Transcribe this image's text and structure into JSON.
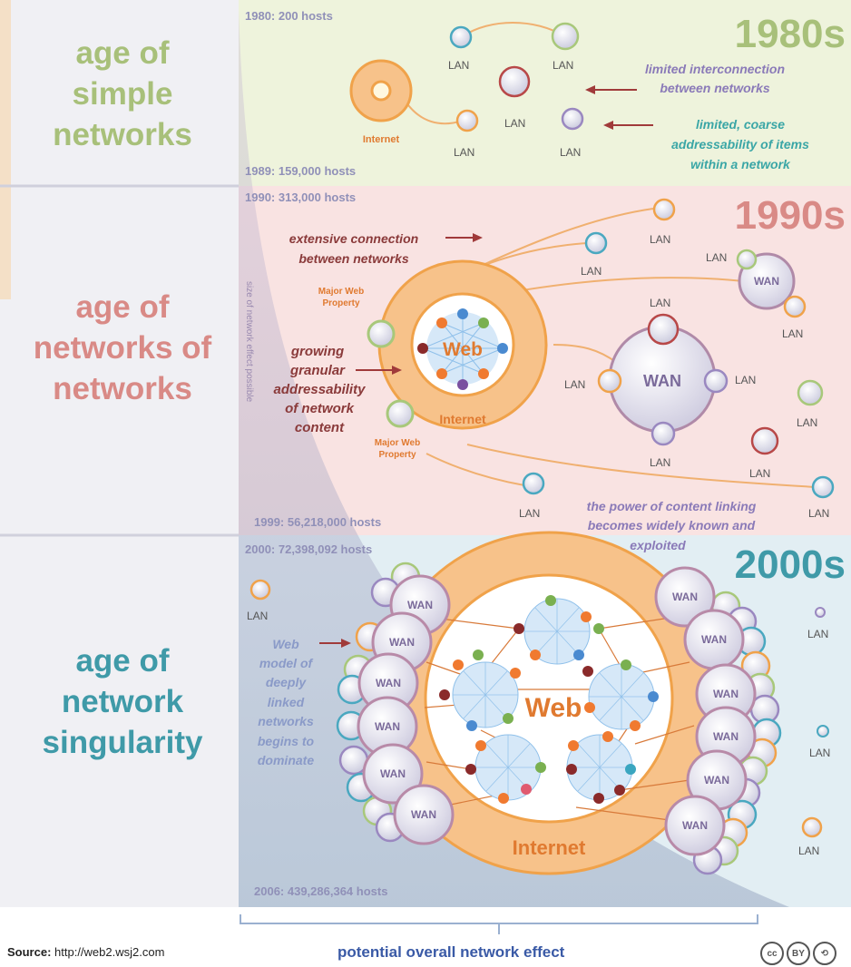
{
  "eras": [
    {
      "title_lines": [
        "age of",
        "simple",
        "networks"
      ],
      "decade": "1980s",
      "hosts_start": "1980: 200 hosts",
      "hosts_end": "1989: 159,000 hosts",
      "color": "#a8c07a"
    },
    {
      "title_lines": [
        "age of",
        "networks of",
        "networks"
      ],
      "decade": "1990s",
      "hosts_start": "1990: 313,000 hosts",
      "hosts_end": "1999: 56,218,000 hosts",
      "color": "#d98a86"
    },
    {
      "title_lines": [
        "age of",
        "network",
        "singularity"
      ],
      "decade": "2000s",
      "hosts_start": "2000: 72,398,092 hosts",
      "hosts_end": "2006: 439,286,364 hosts",
      "color": "#3f9aa8"
    }
  ],
  "labels": {
    "lan": "LAN",
    "wan": "WAN",
    "internet": "Internet",
    "web": "Web",
    "major_web_property": [
      "Major Web",
      "Property"
    ],
    "side_axis": "size of network effect possible"
  },
  "annotations": {
    "limited_interconnection": [
      "limited interconnection",
      "between networks"
    ],
    "limited_addressability": [
      "limited, coarse",
      "addressability of items",
      "within a network"
    ],
    "extensive_connection": [
      "extensive connection",
      "between networks"
    ],
    "growing_granular": [
      "growing",
      "granular",
      "addressability",
      "of network",
      "content"
    ],
    "power_of_linking": [
      "the power of content linking",
      "becomes widely known and",
      "exploited"
    ],
    "web_model": [
      "Web",
      "model of",
      "deeply",
      "linked",
      "networks",
      "begins to",
      "dominate"
    ]
  },
  "footer": {
    "source_label": "Source:",
    "source_url": " http://web2.wsj2.com",
    "potential_effect": "potential overall network effect",
    "cc_icons": [
      "cc",
      "BY",
      "⟲"
    ]
  },
  "colors": {
    "band_1980s": "#eef3dc",
    "band_1990s": "#f9e3e2",
    "band_2000s": "#e2eef3",
    "left_column": "#eeeef4",
    "internet_orange": "#f0a24a",
    "web_blue": "#8fc0ea",
    "annotation_purple": "#8a7ab8",
    "annotation_teal": "#3aa6a6",
    "annotation_red": "#8a3a3a",
    "hosts_text": "#9090b8",
    "arrow_red": "#a03a3a"
  }
}
